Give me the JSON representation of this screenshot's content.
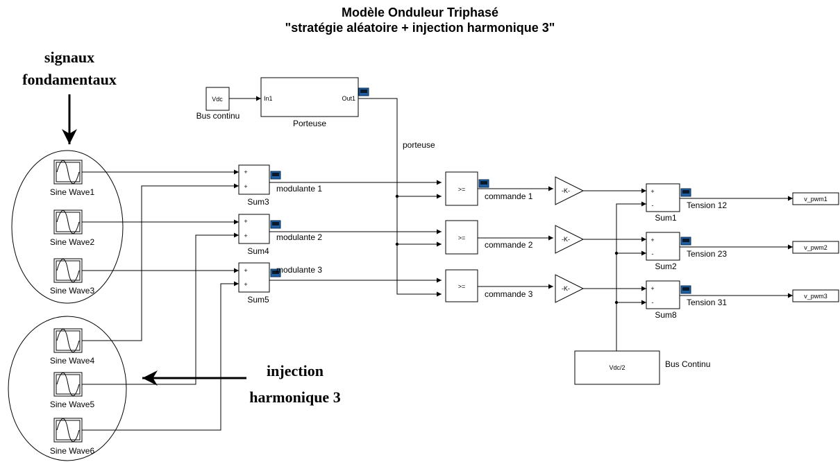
{
  "title": {
    "line1": "Modèle Onduleur Triphasé",
    "line2": "\"stratégie aléatoire + injection harmonique 3\""
  },
  "annotations": {
    "fundamental_line1": "signaux",
    "fundamental_line2": "fondamentaux",
    "injection_line1": "injection",
    "injection_line2": "harmonique 3"
  },
  "vdc_block": {
    "text": "Vdc",
    "caption": "Bus continu"
  },
  "porteuse_block": {
    "in_port": "In1",
    "out_port": "Out1",
    "caption": "Porteuse",
    "signal": "porteuse"
  },
  "sine_waves": [
    "Sine Wave1",
    "Sine Wave2",
    "Sine Wave3",
    "Sine Wave4",
    "Sine Wave5",
    "Sine Wave6"
  ],
  "sum_blocks": [
    "Sum3",
    "Sum4",
    "Sum5"
  ],
  "sum_signs": "+",
  "modulantes": [
    "modulante 1",
    "modulante 2",
    "modulante 3"
  ],
  "comparator": ">=",
  "commandes": [
    "commande 1",
    "commande 2",
    "commande 3"
  ],
  "gain": "-K-",
  "out_sums": [
    "Sum1",
    "Sum2",
    "Sum8"
  ],
  "minus_sign": "-",
  "tensions": [
    "Tension 12",
    "Tension 23",
    "Tension 31"
  ],
  "outputs": [
    "v_pwm1",
    "v_pwm2",
    "v_pwm3"
  ],
  "vdc2_block": {
    "text": "Vdc/2",
    "caption": "Bus Continu"
  }
}
